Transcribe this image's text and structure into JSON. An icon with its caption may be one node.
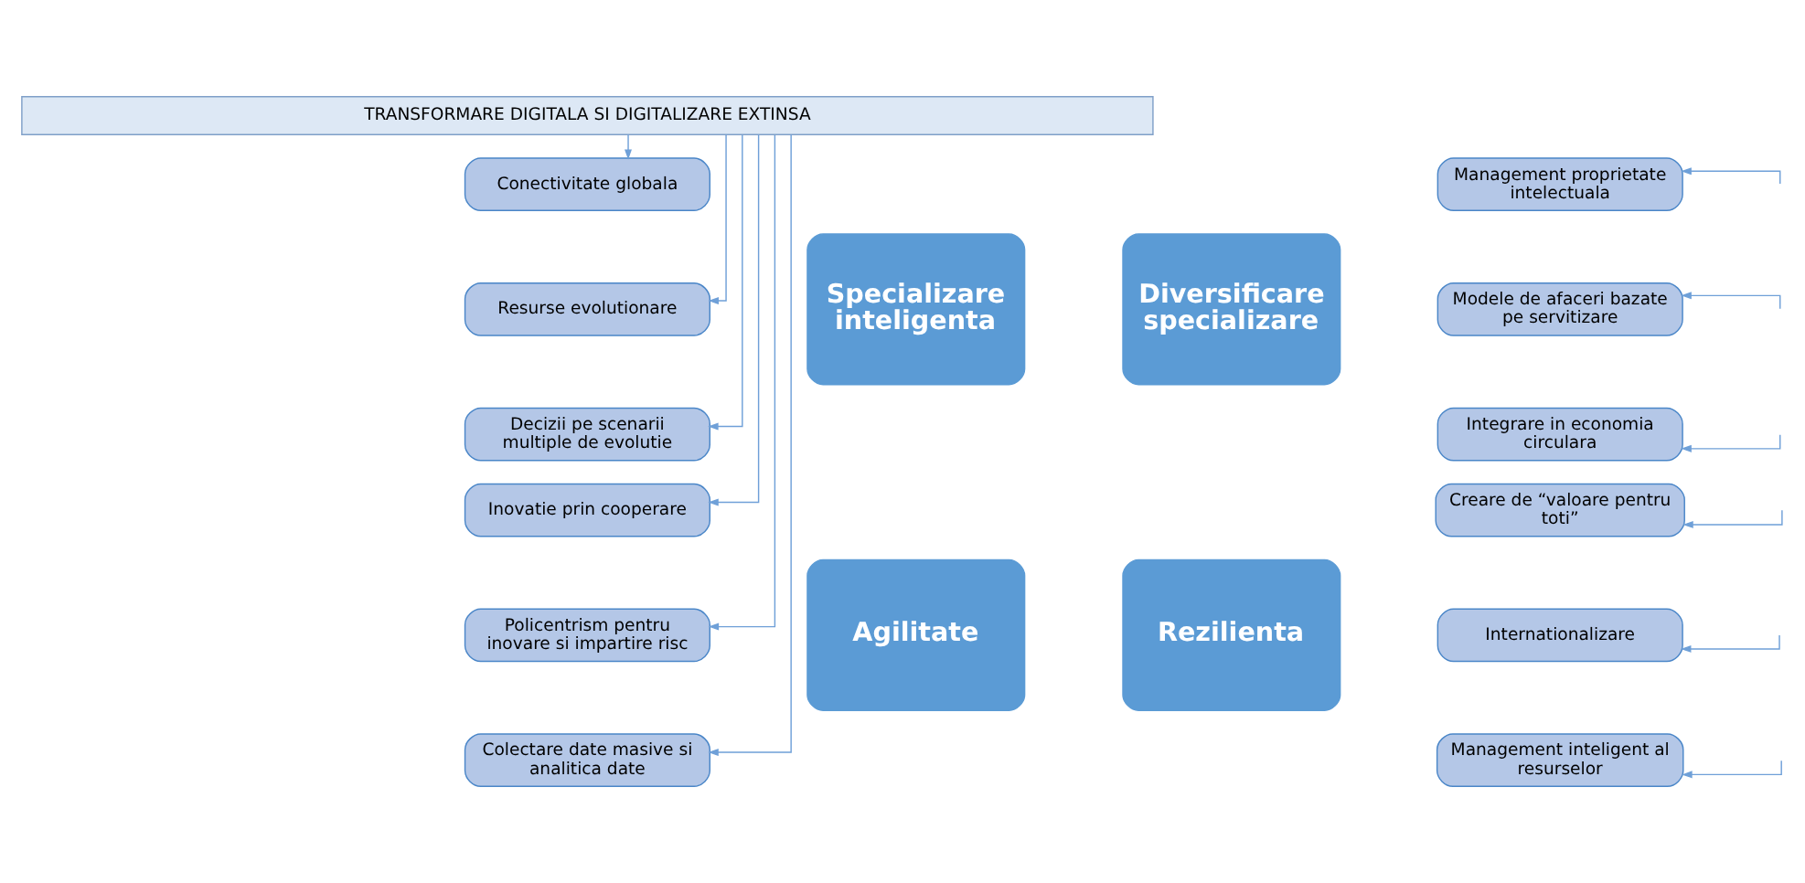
{
  "diagram": {
    "nodes": [
      {
        "text": [
          "TRANSFORMARE DIGITALA SI DIGITALIZARE EXTINSA"
        ]
      },
      {
        "text": [
          "Conectivitate globala"
        ]
      },
      {
        "text": [
          "Resurse evolutionare"
        ]
      },
      {
        "text": [
          "Decizii pe scenarii multiple de evolutie"
        ]
      },
      {
        "text": [
          "Inovatie prin cooperare"
        ]
      },
      {
        "text": [
          "Policentrism pentru inovare si impartire risc"
        ]
      },
      {
        "text": [
          "Colectare date masive si analitica date"
        ]
      },
      {
        "text": [
          "Specializare inteligenta"
        ]
      },
      {
        "text": [
          "Diversificare specializare"
        ]
      },
      {
        "text": [
          "Agilitate"
        ]
      },
      {
        "text": [
          "Rezilienta"
        ]
      },
      {
        "text": [
          "Management proprietate intelectuala"
        ]
      },
      {
        "text": [
          "Modele de afaceri bazate pe servitizare"
        ]
      },
      {
        "text": [
          "Integrare in economia circulara"
        ]
      },
      {
        "text": [
          "Creare de “valoare pentru toti”"
        ]
      },
      {
        "text": [
          "Internationalizare"
        ]
      },
      {
        "text": [
          "Management inteligent al resurselor"
        ]
      }
    ],
    "edges": [
      {
        "from": 0,
        "to": 1,
        "arrow": "to"
      },
      {
        "from": 0,
        "to": 2,
        "arrow": "to"
      },
      {
        "from": 0,
        "to": 3,
        "arrow": "to"
      },
      {
        "from": 0,
        "to": 4,
        "arrow": "to"
      },
      {
        "from": 0,
        "to": 5,
        "arrow": "to"
      },
      {
        "from": 0,
        "to": 6,
        "arrow": "to"
      },
      {
        "from": null,
        "to": 11,
        "arrow": "to"
      },
      {
        "from": null,
        "to": 12,
        "arrow": "to"
      },
      {
        "from": null,
        "to": 13,
        "arrow": "to"
      },
      {
        "from": null,
        "to": 14,
        "arrow": "to"
      },
      {
        "from": null,
        "to": 15,
        "arrow": "to"
      },
      {
        "from": null,
        "to": 16,
        "arrow": "to"
      }
    ]
  }
}
